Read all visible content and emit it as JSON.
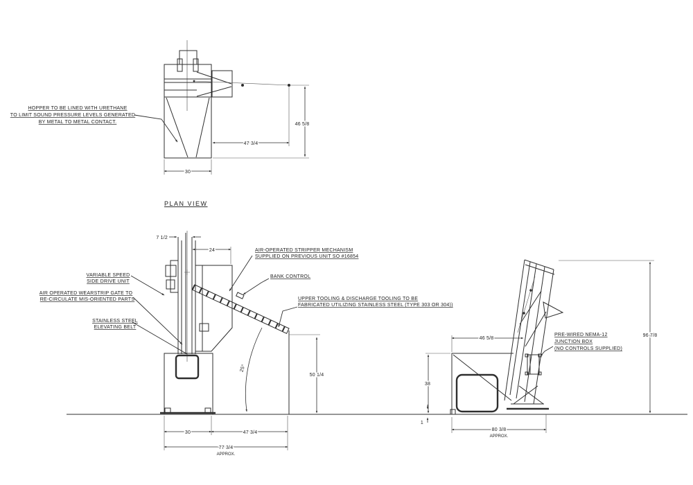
{
  "plan": {
    "label": "PLAN VIEW",
    "hopper_note": {
      "l1": "HOPPER TO BE LINED WITH URETHANE",
      "l2": "TO LIMIT SOUND PRESSURE LEVELS GENERATED",
      "l3": "BY METAL TO METAL CONTACT."
    },
    "dims": {
      "depth": "46 5/8",
      "discharge": "47 3/4",
      "width": "30"
    }
  },
  "front": {
    "notes": {
      "variable_speed_l1": "VARIABLE SPEED",
      "variable_speed_l2": "SIDE DRIVE UNIT",
      "wearstrip_l1": "AIR OPERATED WEARSTRIP GATE TO",
      "wearstrip_l2": "RE-CIRCULATE MIS-ORIENTED PARTS",
      "belt_l1": "STAINLESS STEEL",
      "belt_l2": "ELEVATING BELT",
      "stripper_l1": "AIR-OPERATED STRIPPER MECHANISM",
      "stripper_l2": "SUPPLIED ON PREVIOUS UNIT SO #16854",
      "bank_control": "BANK CONTROL",
      "tooling_l1": "UPPER TOOLING & DISCHARGE TOOLING TO BE",
      "tooling_l2": "FABRICATED UTILIZING STAINLESS STEEL (TYPE 303 OR 304))"
    },
    "dims": {
      "offset": "7 1/2",
      "belt_width": "24",
      "angle": "25°",
      "discharge_height": "50 1/4",
      "base_width": "30",
      "discharge_reach": "47 3/4",
      "overall_width": "77 3/4",
      "approx": "APPROX."
    }
  },
  "side": {
    "notes": {
      "junction_l1": "PRE-WIRED NEMA-12",
      "junction_l2": "JUNCTION BOX",
      "junction_l3": "(NO CONTROLS SUPPLIED)"
    },
    "dims": {
      "hopper_depth": "46 5/8",
      "hopper_height": "38",
      "plate": "1",
      "overall_depth": "80 3/8",
      "approx": "APPROX.",
      "overall_height": "96 7/8"
    }
  },
  "colors": {
    "line": "#2e2e2e",
    "background": "#ffffff"
  }
}
